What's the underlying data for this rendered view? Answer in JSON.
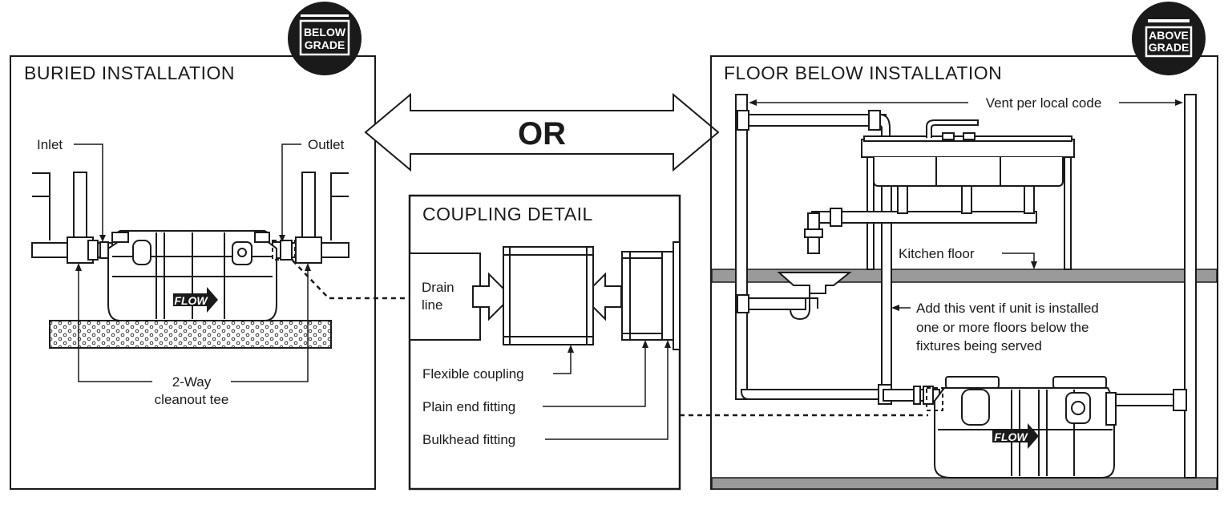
{
  "left_panel": {
    "title": "BURIED INSTALLATION",
    "badge_line1": "BELOW",
    "badge_line2": "GRADE",
    "inlet_label": "Inlet",
    "outlet_label": "Outlet",
    "cleanout_line1": "2-Way",
    "cleanout_line2": "cleanout tee",
    "flow_label": "FLOW"
  },
  "center": {
    "or_label": "OR",
    "coupling_title": "COUPLING DETAIL",
    "drain_line1": "Drain",
    "drain_line2": "line",
    "flexible_coupling": "Flexible coupling",
    "plain_end_fitting": "Plain end fitting",
    "bulkhead_fitting": "Bulkhead fitting"
  },
  "right_panel": {
    "title": "FLOOR BELOW INSTALLATION",
    "badge_line1": "ABOVE",
    "badge_line2": "GRADE",
    "vent_label": "Vent per local code",
    "kitchen_floor": "Kitchen floor",
    "vent_note_line1": "Add this vent if unit is installed",
    "vent_note_line2": "one or more floors below the",
    "vent_note_line3": "fixtures being served",
    "flow_label": "FLOW"
  }
}
